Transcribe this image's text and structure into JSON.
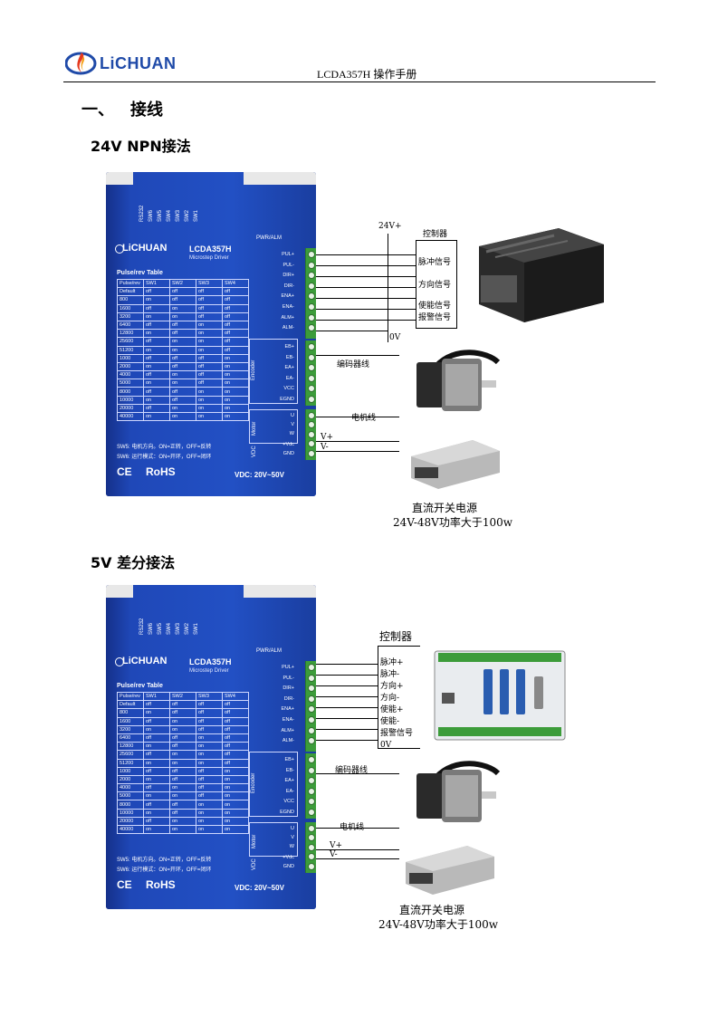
{
  "header": {
    "logo_text": "LiCHUAN",
    "title": "LCDA357H 操作手册"
  },
  "section": {
    "number": "一、",
    "title": "接线"
  },
  "diagram1": {
    "heading": "24V NPN接法",
    "supply_label": "24V+",
    "ground_label": "0V",
    "controller_title": "控制器",
    "signals": [
      "脉冲信号",
      "方向信号",
      "使能信号",
      "报警信号"
    ],
    "encoder_label": "编码器线",
    "motor_label": "电机线",
    "vplus": "V+",
    "vminus": "V-",
    "psu_caption_1": "直流开关电源",
    "psu_caption_2": "24V-48V功率大于100w"
  },
  "diagram2": {
    "heading": "5V 差分接法",
    "controller_title": "控制器",
    "signals": [
      "脉冲+",
      "脉冲-",
      "方向+",
      "方向-",
      "使能+",
      "使能-",
      "报警信号",
      "0V"
    ],
    "encoder_label": "编码器线",
    "motor_label": "电机线",
    "vplus": "V+",
    "vminus": "V-",
    "psu_caption_1": "直流开关电源",
    "psu_caption_2": "24V-48V功率大于100w"
  },
  "driver": {
    "brand": "LiCHUAN",
    "model": "LCDA357H",
    "subtitle": "Microstep Driver",
    "table_title": "Pulse/rev  Table",
    "table_header": [
      "Pulse/rev",
      "SW1",
      "SW2",
      "SW3",
      "SW4"
    ],
    "table_rows": [
      [
        "Default",
        "off",
        "off",
        "off",
        "off"
      ],
      [
        "800",
        "on",
        "off",
        "off",
        "off"
      ],
      [
        "1600",
        "off",
        "on",
        "off",
        "off"
      ],
      [
        "3200",
        "on",
        "on",
        "off",
        "off"
      ],
      [
        "6400",
        "off",
        "off",
        "on",
        "off"
      ],
      [
        "12800",
        "on",
        "off",
        "on",
        "off"
      ],
      [
        "25600",
        "off",
        "on",
        "on",
        "off"
      ],
      [
        "51200",
        "on",
        "on",
        "on",
        "off"
      ],
      [
        "1000",
        "off",
        "off",
        "off",
        "on"
      ],
      [
        "2000",
        "on",
        "off",
        "off",
        "on"
      ],
      [
        "4000",
        "off",
        "on",
        "off",
        "on"
      ],
      [
        "5000",
        "on",
        "on",
        "off",
        "on"
      ],
      [
        "8000",
        "off",
        "off",
        "on",
        "on"
      ],
      [
        "10000",
        "on",
        "off",
        "on",
        "on"
      ],
      [
        "20000",
        "off",
        "on",
        "on",
        "on"
      ],
      [
        "40000",
        "on",
        "on",
        "on",
        "on"
      ]
    ],
    "sw5_note": "SW5: 电机方向。ON=正转，OFF=反转",
    "sw6_note": "SW6: 运行模式：ON=开环，OFF=闭环",
    "switch_labels": [
      "RS232",
      "SW6",
      "SW5",
      "SW4",
      "SW3",
      "SW2",
      "SW1"
    ],
    "pwr_label": "PWR/ALM",
    "signal_pins": [
      "PUL+",
      "PUL-",
      "DIR+",
      "DIR-",
      "ENA+",
      "ENA-",
      "ALM+",
      "ALM-"
    ],
    "encoder_pins": [
      "EB+",
      "EB-",
      "EA+",
      "EA-",
      "VCC",
      "EGND"
    ],
    "encoder_group": "Encoder",
    "motor_pins": [
      "U",
      "V",
      "W"
    ],
    "motor_group": "Motor",
    "vdc_pins": [
      "+Vdc",
      "GND"
    ],
    "vdc_group": "VDC",
    "ce": "CE",
    "rohs": "RoHS",
    "vdc_rating": "VDC: 20V~50V"
  }
}
